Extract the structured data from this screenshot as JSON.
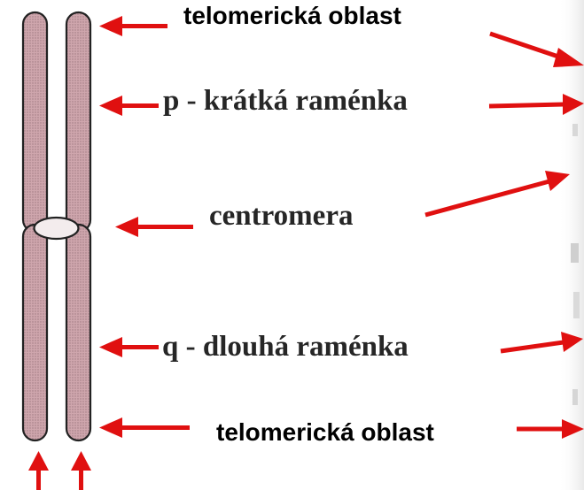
{
  "labels": {
    "telomeric_top": "telomerická oblast",
    "p_arm": "p - krátká raménka",
    "centromere": "centromera",
    "q_arm": "q - dlouhá raménka",
    "telomeric_bottom": "telomerická oblast"
  },
  "colors": {
    "arrow": "#e01010",
    "chromatid_fill": "#c9a1a8",
    "outline": "#222222",
    "text": "#1a1a1a"
  }
}
